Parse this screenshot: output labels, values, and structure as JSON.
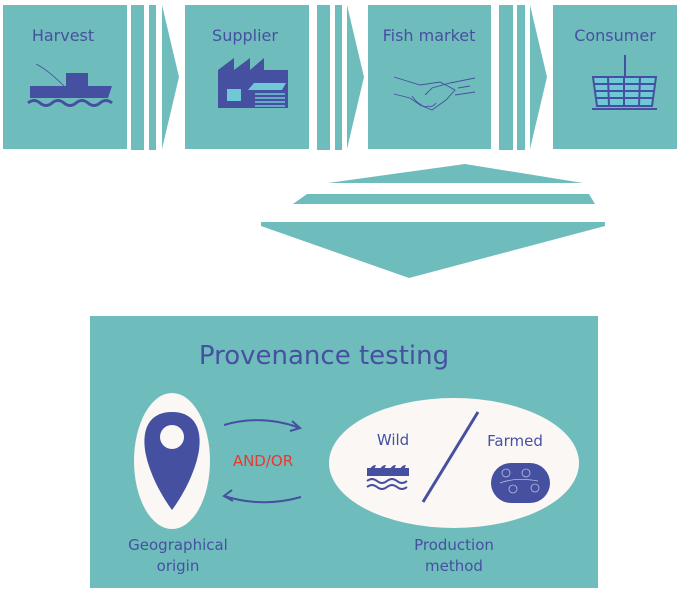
{
  "colors": {
    "teal": "#6fbcbc",
    "blue": "#4650a0",
    "light_blue": "#6ec8d6",
    "red": "#e8392e",
    "cream": "#fbf7f4"
  },
  "supply_chain": [
    {
      "label": "Harvest",
      "icon": "fishing-boat-icon"
    },
    {
      "label": "Supplier",
      "icon": "factory-icon"
    },
    {
      "label": "Fish market",
      "icon": "handshake-icon"
    },
    {
      "label": "Consumer",
      "icon": "shopping-basket-icon"
    }
  ],
  "provenance": {
    "title": "Provenance testing",
    "connector": "AND/OR",
    "geographical": {
      "line1": "Geographical",
      "line2": "origin",
      "icon": "location-pin-icon"
    },
    "production": {
      "line1": "Production",
      "line2": "method",
      "wild": "Wild",
      "farmed": "Farmed",
      "wild_icon": "waves-icon",
      "farmed_icon": "fish-pen-icon"
    }
  }
}
